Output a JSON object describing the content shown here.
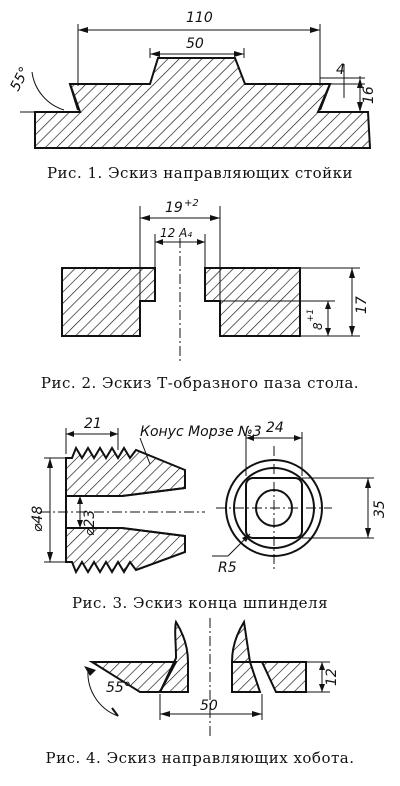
{
  "figures": [
    {
      "caption": "Рис. 1. Эскиз направляющих стойки",
      "dims": {
        "width_total": "110",
        "width_slot": "50",
        "angle": "55°",
        "step": "4",
        "height": "16"
      }
    },
    {
      "caption": "Рис. 2. Эскиз Т-образного паза стола.",
      "dims": {
        "width_top": "19",
        "width_top_tol": "+2",
        "width_neck": "12 A₄",
        "depth": "17",
        "slot_h": "8",
        "slot_h_tol": "+1"
      }
    },
    {
      "caption": "Рис. 3. Эскиз конца шпинделя",
      "dims": {
        "thread_len": "21",
        "taper": "Конус Морзе №3",
        "outer_d": "⌀48",
        "inner_d": "⌀23",
        "square": "24",
        "height": "35",
        "radius": "R5"
      }
    },
    {
      "caption": "Рис. 4. Эскиз направляющих хобота.",
      "dims": {
        "angle": "55°",
        "width": "50",
        "height": "12"
      }
    }
  ]
}
